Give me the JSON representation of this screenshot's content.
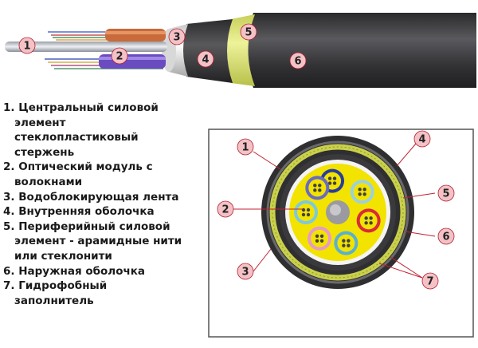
{
  "legend": [
    {
      "num": "1.",
      "lines": [
        "Центральный силовой",
        "элемент",
        "стеклопластиковый",
        "стержень"
      ]
    },
    {
      "num": "2.",
      "lines": [
        "Оптический модуль с",
        "волокнами"
      ]
    },
    {
      "num": "3.",
      "lines": [
        "Водоблокирующая лента"
      ]
    },
    {
      "num": "4.",
      "lines": [
        "Внутренняя оболочка"
      ]
    },
    {
      "num": "5.",
      "lines": [
        "Периферийный силовой",
        "элемент - арамидные нити",
        "или стеклонити"
      ]
    },
    {
      "num": "6.",
      "lines": [
        "Наружная оболочка"
      ]
    },
    {
      "num": "7.",
      "lines": [
        "Гидрофобный",
        "заполнитель"
      ]
    }
  ],
  "side_callouts": [
    "1",
    "2",
    "3",
    "4",
    "5",
    "6"
  ],
  "section_callouts": [
    "1",
    "2",
    "3",
    "4",
    "5",
    "6",
    "7"
  ],
  "colors": {
    "sheath": "#3a3a3c",
    "yarn": "#d9e27a",
    "filler": "#f2e300",
    "callout_fill": "#f4c2c6",
    "callout_stroke": "#b02030",
    "panel_border": "#555555"
  }
}
